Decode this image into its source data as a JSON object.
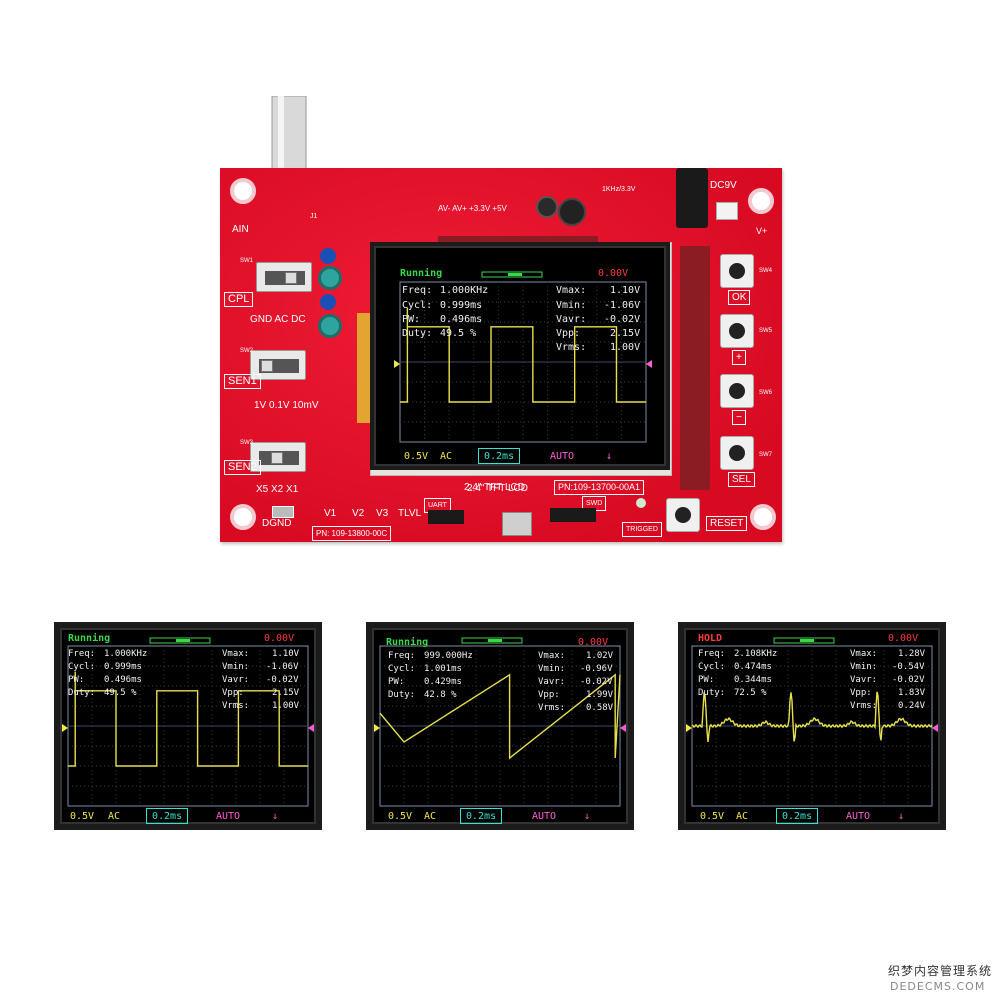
{
  "pcb": {
    "labels": {
      "cpl": "CPL",
      "gnd_ac_dc": "GND AC DC",
      "sen1": "SEN1",
      "sen1_ranges": "1V 0.1V 10mV",
      "sen2": "SEN2",
      "sen2_ranges": "X5 X2 X1",
      "dgnd": "DGND",
      "pn_board": "PN: 109-13800-00C",
      "pn_lcd": "PN:109-13700-00A1",
      "lcd_name": "2.4\" TFT LCD",
      "ain": "AIN",
      "dc9v": "DC9V",
      "ok": "OK",
      "plus": "+",
      "minus": "−",
      "sel": "SEL",
      "reset": "RESET",
      "triggered": "TRIGGED",
      "tp_v1": "V1",
      "tp_v2": "V2",
      "tp_v3": "V3",
      "tp_tlvl": "TLVL",
      "sw1": "SW1",
      "sw2": "SW2",
      "sw3": "SW3",
      "sw4": "SW4",
      "sw5": "SW5",
      "sw6": "SW6",
      "sw7": "SW7",
      "uart": "UART",
      "swd": "SWD",
      "top_signals": "AV- AV+ +3.3V +5V",
      "freq_test": "1KHz/3.3V",
      "j1": "J1",
      "vplus": "V+"
    },
    "main_screen": {
      "status": "Running",
      "offset": "0.00V",
      "freq_label": "Freq:",
      "freq": "1.000KHz",
      "cycl_label": "Cycl:",
      "cycl": "0.999ms",
      "pw_label": "PW:",
      "pw": "0.496ms",
      "duty_label": "Duty:",
      "duty": "49.5 %",
      "vmax_label": "Vmax:",
      "vmax": "1.10V",
      "vmin_label": "Vmin:",
      "vmin": "-1.06V",
      "vavr_label": "Vavr:",
      "vavr": "-0.02V",
      "vpp_label": "Vpp:",
      "vpp": "2.15V",
      "vrms_label": "Vrms:",
      "vrms": "1.00V",
      "vdiv": "0.5V",
      "coupling": "AC",
      "timebase": "0.2ms",
      "trigger_mode": "AUTO",
      "trigger_edge": "↓"
    }
  },
  "screens": [
    {
      "status": "Running",
      "status_color": "#3cd64a",
      "offset": "0.00V",
      "freq_label": "Freq:",
      "freq": "1.000KHz",
      "cycl_label": "Cycl:",
      "cycl": "0.999ms",
      "pw_label": "PW:",
      "pw": "0.496ms",
      "duty_label": "Duty:",
      "duty": "49.5 %",
      "vmax_label": "Vmax:",
      "vmax": "1.10V",
      "vmin_label": "Vmin:",
      "vmin": "-1.06V",
      "vavr_label": "Vavr:",
      "vavr": "-0.02V",
      "vpp_label": "Vpp:",
      "vpp": "2.15V",
      "vrms_label": "Vrms:",
      "vrms": "1.00V",
      "vdiv": "0.5V",
      "coupling": "AC",
      "timebase": "0.2ms",
      "trigger_mode": "AUTO",
      "trigger_edge": "↓",
      "waveform": "square"
    },
    {
      "status": "Running",
      "status_color": "#3cd64a",
      "offset": "0.00V",
      "freq_label": "Freq:",
      "freq": "999.000Hz",
      "cycl_label": "Cycl:",
      "cycl": "1.001ms",
      "pw_label": "PW:",
      "pw": "0.429ms",
      "duty_label": "Duty:",
      "duty": "42.8 %",
      "vmax_label": "Vmax:",
      "vmax": "1.02V",
      "vmin_label": "Vmin:",
      "vmin": "-0.96V",
      "vavr_label": "Vavr:",
      "vavr": "-0.02V",
      "vpp_label": "Vpp:",
      "vpp": "1.99V",
      "vrms_label": "Vrms:",
      "vrms": "0.58V",
      "vdiv": "0.5V",
      "coupling": "AC",
      "timebase": "0.2ms",
      "trigger_mode": "AUTO",
      "trigger_edge": "↓",
      "waveform": "sawtooth"
    },
    {
      "status": "HOLD",
      "status_color": "#ff3c3c",
      "offset": "0.00V",
      "freq_label": "Freq:",
      "freq": "2.108KHz",
      "cycl_label": "Cycl:",
      "cycl": "0.474ms",
      "pw_label": "PW:",
      "pw": "0.344ms",
      "duty_label": "Duty:",
      "duty": "72.5 %",
      "vmax_label": "Vmax:",
      "vmax": "1.28V",
      "vmin_label": "Vmin:",
      "vmin": "-0.54V",
      "vavr_label": "Vavr:",
      "vavr": "-0.02V",
      "vpp_label": "Vpp:",
      "vpp": "1.83V",
      "vrms_label": "Vrms:",
      "vrms": "0.24V",
      "vdiv": "0.5V",
      "coupling": "AC",
      "timebase": "0.2ms",
      "trigger_mode": "AUTO",
      "trigger_edge": "↓",
      "waveform": "ecg"
    }
  ],
  "watermark": {
    "line1": "织梦内容管理系统",
    "line2": "DEDECMS.COM"
  }
}
